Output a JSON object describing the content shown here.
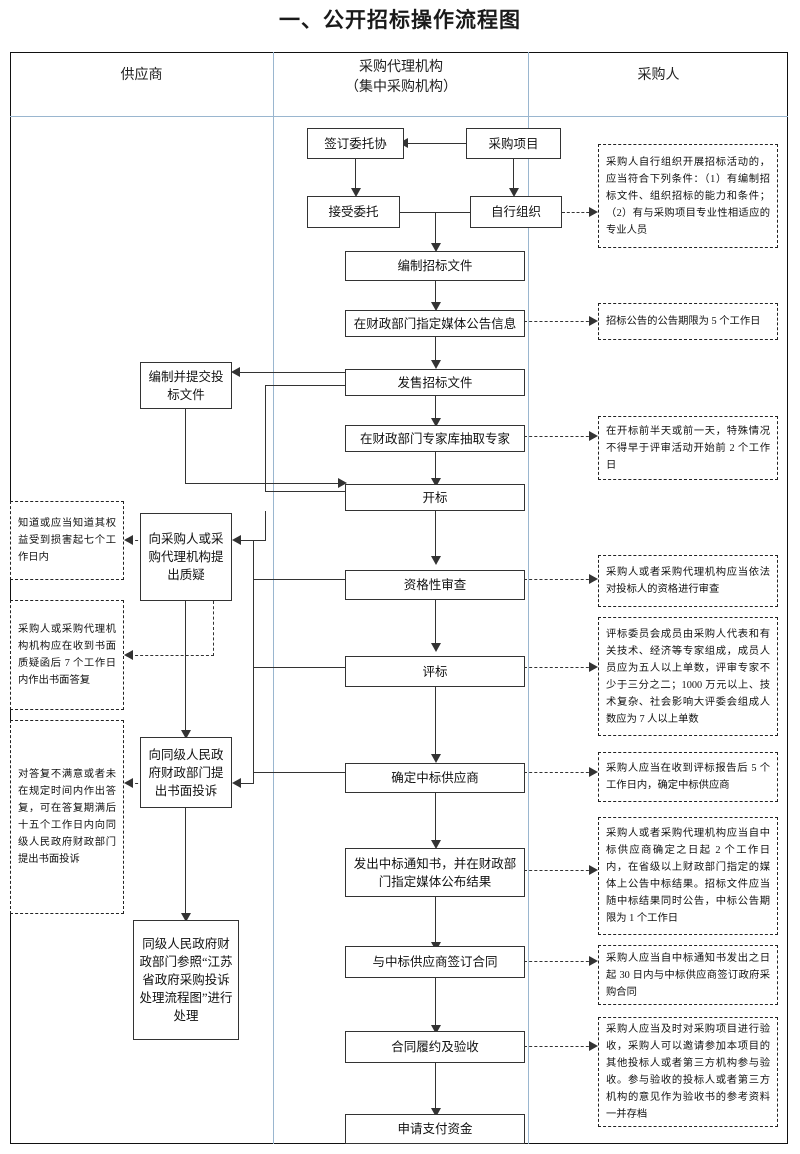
{
  "title": "一、公开招标操作流程图",
  "lanes": [
    {
      "name": "supplier",
      "label": "供应商"
    },
    {
      "name": "agency",
      "label": "采购代理机构",
      "sublabel": "（集中采购机构）"
    },
    {
      "name": "purchaser",
      "label": "采购人"
    }
  ],
  "process_boxes": [
    {
      "id": "sign-entrust",
      "label": "签订委托协"
    },
    {
      "id": "procurement-project",
      "label": "采购项目"
    },
    {
      "id": "accept-entrust",
      "label": "接受委托"
    },
    {
      "id": "self-organize",
      "label": "自行组织"
    },
    {
      "id": "prepare-docs",
      "label": "编制招标文件"
    },
    {
      "id": "announce-media",
      "label": "在财政部门指定媒体公告信息"
    },
    {
      "id": "sell-docs",
      "label": "发售招标文件"
    },
    {
      "id": "draw-experts",
      "label": "在财政部门专家库抽取专家"
    },
    {
      "id": "bid-opening",
      "label": "开标"
    },
    {
      "id": "qualification-review",
      "label": "资格性审查"
    },
    {
      "id": "bid-evaluation",
      "label": "评标"
    },
    {
      "id": "determine-winner",
      "label": "确定中标供应商"
    },
    {
      "id": "issue-notice",
      "label": "发出中标通知书，并在财政部门指定媒体公布结果"
    },
    {
      "id": "sign-contract",
      "label": "与中标供应商签订合同"
    },
    {
      "id": "contract-acceptance",
      "label": "合同履约及验收"
    },
    {
      "id": "apply-payment",
      "label": "申请支付资金"
    },
    {
      "id": "prepare-bid-docs",
      "label": "编制并提交投标文件"
    },
    {
      "id": "raise-question",
      "label": "向采购人或采购代理机构提出质疑"
    },
    {
      "id": "file-complaint",
      "label": "向同级人民政府财政部门提出书面投诉"
    },
    {
      "id": "complaint-handling",
      "label": "同级人民政府财政部门参照“江苏省政府采购投诉处理流程图”进行处理"
    }
  ],
  "left_notes": [
    {
      "id": "note-question-deadline",
      "text": "知道或应当知道其权益受到损害起七个工作日内"
    },
    {
      "id": "note-reply-deadline",
      "text": "采购人或采购代理机构机构应在收到书面质疑函后 7 个工作日内作出书面答复"
    },
    {
      "id": "note-complaint-deadline",
      "text": "对答复不满意或者未在规定时间内作出答复，可在答复期满后十五个工作日内向同级人民政府财政部门提出书面投诉"
    }
  ],
  "right_notes": [
    {
      "id": "note-self-organize",
      "text": "采购人自行组织开展招标活动的，应当符合下列条件：（1）有编制招标文件、组织招标的能力和条件；（2）有与采购项目专业性相适应的专业人员"
    },
    {
      "id": "note-announce",
      "text": "招标公告的公告期限为 5 个工作日"
    },
    {
      "id": "note-experts",
      "text": "在开标前半天或前一天，特殊情况不得早于评审活动开始前 2 个工作日"
    },
    {
      "id": "note-qualification",
      "text": "采购人或者采购代理机构应当依法对投标人的资格进行审查"
    },
    {
      "id": "note-evaluation",
      "text": "评标委员会成员由采购人代表和有关技术、经济等专家组成，成员人员应为五人以上单数，评审专家不少于三分之二；1000 万元以上、技术复杂、社会影响大评委会组成人数应为 7 人以上单数"
    },
    {
      "id": "note-determine",
      "text": "采购人应当在收到评标报告后 5 个工作日内，确定中标供应商"
    },
    {
      "id": "note-notice",
      "text": "采购人或者采购代理机构应当自中标供应商确定之日起 2 个工作日内，在省级以上财政部门指定的媒体上公告中标结果。招标文件应当随中标结果同时公告，中标公告期限为 1 个工作日"
    },
    {
      "id": "note-contract",
      "text": "采购人应当自中标通知书发出之日起 30 日内与中标供应商签订政府采购合同"
    },
    {
      "id": "note-acceptance",
      "text": "采购人应当及时对采购项目进行验收，采购人可以邀请参加本项目的其他投标人或者第三方机构参与验收。参与验收的投标人或者第三方机构的意见作为验收书的参考资料一并存档"
    }
  ],
  "colors": {
    "lane_divider": "#9ab6cf",
    "box_border": "#333333",
    "note_border": "#222222",
    "connector": "#333333",
    "frame": "#111111"
  }
}
